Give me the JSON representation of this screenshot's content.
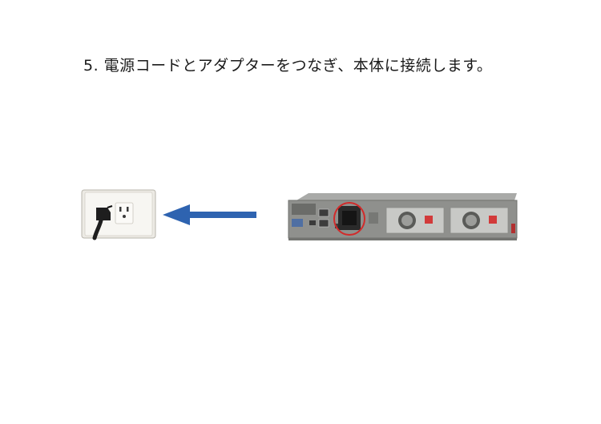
{
  "instruction": {
    "text": "5. 電源コードとアダプターをつなぎ、本体に接続します。"
  },
  "illustration": {
    "arrow_color": "#2e63b0",
    "highlight_color": "#d22a2a",
    "outlet": "wall-outlet-with-plug",
    "device": "rack-server-rear-panel"
  }
}
